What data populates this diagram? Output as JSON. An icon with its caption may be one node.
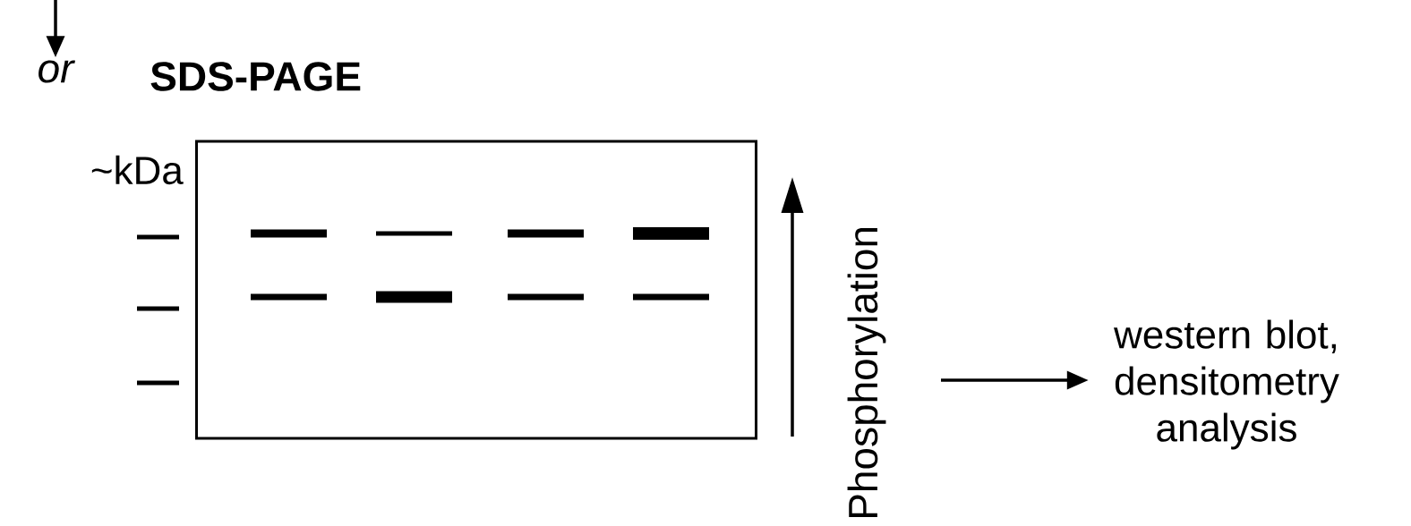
{
  "diagram": {
    "nodes": [
      {
        "text": [
          "or"
        ]
      },
      {
        "text": [
          "SDS-PAGE"
        ],
        "beside": [
          "~kDa",
          "Phosphorylation"
        ]
      },
      {
        "text": [
          "western blot, densitometry analysis"
        ]
      }
    ],
    "edges": [
      {
        "from": null,
        "to": 0,
        "arrow": "to"
      },
      {
        "from": 1,
        "to": 2,
        "arrow": "to"
      }
    ]
  }
}
